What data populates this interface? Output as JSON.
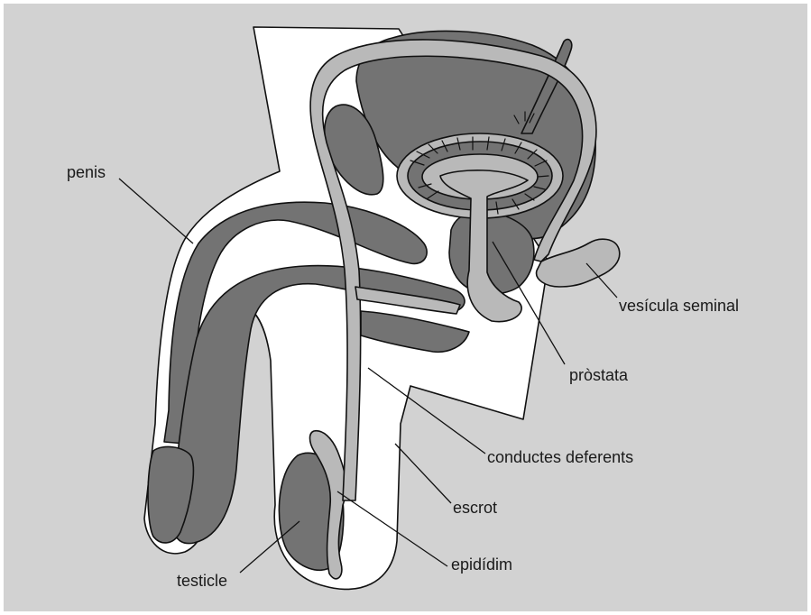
{
  "diagram": {
    "labels": {
      "penis": "penis",
      "vesicula_seminal": "vesícula seminal",
      "prostata": "pròstata",
      "conductes_deferents": "conductes deferents",
      "escrot": "escrot",
      "epididim": "epidídim",
      "testicle": "testicle"
    },
    "colors": {
      "background": "#d2d2d2",
      "skin": "#ffffff",
      "dark_tissue": "#737373",
      "light_tissue": "#b9b9b9",
      "outline": "#111111"
    }
  }
}
